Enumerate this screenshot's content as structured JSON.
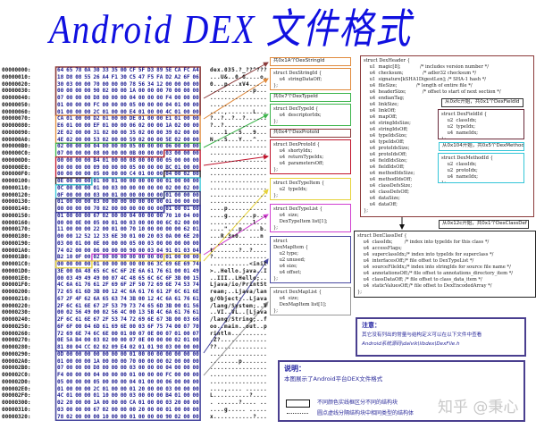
{
  "title": "Android DEX 文件格式",
  "colors": {
    "header": "#8b3a3a",
    "string_ids": "#e08a3c",
    "type_ids": "#3cb44b",
    "proto_ids": "#c0142c",
    "field_ids": "#222222",
    "method_ids": "#35c6d8",
    "class_defs": "#2a2a6a",
    "data": "#3a3a9a",
    "map": "#4a4aa0",
    "type_item": "#e6d23a",
    "type_list": "#d040d0",
    "hex_text": "#1a1a90"
  },
  "hex_rows": [
    {
      "addr": "00000000:",
      "bytes": "64 65 78 0A 30 33 35 00 CF 5F D3 89 5E CA FC A4",
      "ascii": "dex.035.?_??^???"
    },
    {
      "addr": "00000010:",
      "bytes": "18 D8 08 55 26 A4 F1 30 C5 47 F5 FA D2 A2 6F 06",
      "ascii": "...U&..0.G....o."
    },
    {
      "addr": "00000020:",
      "bytes": "30 03 00 00 70 00 00 00 78 56 34 12 00 00 00 00",
      "ascii": "0...p...xV4....."
    },
    {
      "addr": "00000030:",
      "bytes": "00 00 00 00 90 02 00 00 1A 00 00 00 70 00 00 00",
      "ascii": "............p..."
    },
    {
      "addr": "00000040:",
      "bytes": "07 00 00 00 D8 00 00 00 04 00 00 00 F4 00 00 00",
      "ascii": "................"
    },
    {
      "addr": "00000050:",
      "bytes": "01 00 00 00 FC 00 00 00 05 00 00 00 04 01 00 00",
      "ascii": "................"
    },
    {
      "addr": "00000060:",
      "bytes": "01 00 00 00 2C 01 00 00 E4 01 00 00 4C 01 00 00",
      "ascii": "....,.......L..."
    },
    {
      "addr": "00000070:",
      "bytes": "CA 01 00 00 D2 01 00 00 DE 01 00 00 E1 01 00 00",
      "ascii": "?..?..?..?......"
    },
    {
      "addr": "00000080:",
      "bytes": "E6 01 00 00 EF 01 00 00 06 02 00 00 1A 02 00 00",
      "ascii": "?..?............"
    },
    {
      "addr": "00000090:",
      "bytes": "2E 02 00 00 31 02 00 00 35 02 00 00 39 02 00 00",
      "ascii": "....1...5...9..."
    },
    {
      "addr": "000000A0:",
      "bytes": "4E 02 00 00 53 02 00 00 59 02 00 00 5E 02 00 00",
      "ascii": "N...S...Y...^..."
    },
    {
      "addr": "000000B0:",
      "bytes": "02 00 00 00 04 00 00 00 05 00 00 00 06 00 00 00",
      "ascii": "................"
    },
    {
      "addr": "000000C0:",
      "bytes": "07 00 00 00 08 00 00 00 0B 00 00 00 03 00 00 00",
      "ascii": "................"
    },
    {
      "addr": "000000D0:",
      "bytes": "00 00 00 00 B4 01 00 00 08 00 00 00 05 00 00 00",
      "ascii": "................"
    },
    {
      "addr": "000000E0:",
      "bytes": "00 00 00 00 09 00 00 00 05 00 00 00 BC 01 00 00",
      "ascii": "................"
    },
    {
      "addr": "000000F0:",
      "bytes": "00 00 00 00 05 00 00 00 C4 01 00 00 04 00 02 00",
      "ascii": "................"
    },
    {
      "addr": "00000100:",
      "bytes": "0E 00 00 00 01 00 01 00 00 00 00 00 01 00 00 00",
      "ascii": "................"
    },
    {
      "addr": "00000110:",
      "bytes": "0C 00 00 00 01 00 03 00 00 00 00 00 02 00 02 00",
      "ascii": "................"
    },
    {
      "addr": "00000120:",
      "bytes": "0F 00 00 00 03 00 01 00 00 00 00 00 01 00 00 00",
      "ascii": "................"
    },
    {
      "addr": "00000130:",
      "bytes": "01 00 00 00 03 00 00 00 00 00 00 00 01 00 00 00",
      "ascii": "................"
    },
    {
      "addr": "00000140:",
      "bytes": "00 00 00 00 70 02 00 00 00 00 00 00 01 00 01 00",
      "ascii": "....p..........."
    },
    {
      "addr": "00000150:",
      "bytes": "01 00 00 00 67 02 00 00 04 00 00 00 70 10 04 00",
      "ascii": "....g.......p..."
    },
    {
      "addr": "00000160:",
      "bytes": "00 00 0E 00 05 00 01 00 03 00 00 00 6C 02 00 00",
      "ascii": "............l..."
    },
    {
      "addr": "00000170:",
      "bytes": "11 00 00 00 22 00 01 00 70 10 00 00 00 00 62 01",
      "ascii": "....\"...p.....b."
    },
    {
      "addr": "00000180:",
      "bytes": "00 00 12 52 12 33 6E 30 01 00 20 03 0A 00 6E 20",
      "ascii": "...R.3n0.. ...n "
    },
    {
      "addr": "00000190:",
      "bytes": "03 00 01 00 0E 00 00 00 05 00 03 00 00 00 00 00",
      "ascii": "................"
    },
    {
      "addr": "000001A0:",
      "bytes": "74 02 00 00 06 00 00 00 90 00 03 04 91 01 03 04",
      "ascii": "t.......?..?...."
    },
    {
      "addr": "000001B0:",
      "bytes": "B2 10 0F 00 02 00 00 00 00 00 00 00 01 00 00 00",
      "ascii": "?..............."
    },
    {
      "addr": "000001C0:",
      "bytes": "00 00 00 00 01 00 00 00 00 00 06 3C 69 6E 69 74",
      "ascii": "...........<init"
    },
    {
      "addr": "000001D0:",
      "bytes": "3E 00 0A 48 65 6C 6C 6F 2E 6A 61 76 61 00 01 49",
      "ascii": ">..Hello.java..I"
    },
    {
      "addr": "000001E0:",
      "bytes": "00 03 49 49 49 00 07 4C 48 65 6C 6C 6F 3B 00 15",
      "ascii": "..III..LHello;.."
    },
    {
      "addr": "000001F0:",
      "bytes": "4C 6A 61 76 61 2F 69 6F 2F 50 72 69 6E 74 53 74",
      "ascii": "Ljava/io/PrintSt"
    },
    {
      "addr": "00000200:",
      "bytes": "72 65 61 6D 3B 00 12 4C 6A 61 76 61 2F 6C 61 6E",
      "ascii": "ream;..Ljava/lan"
    },
    {
      "addr": "00000210:",
      "bytes": "67 2F 4F 62 6A 65 63 74 3B 00 12 4C 6A 61 76 61",
      "ascii": "g/Object;..Ljava"
    },
    {
      "addr": "00000220:",
      "bytes": "2F 6C 61 6E 67 2F 53 79 73 74 65 6D 3B 00 01 56",
      "ascii": "/lang/System;..V"
    },
    {
      "addr": "00000230:",
      "bytes": "00 02 56 49 00 02 56 4C 00 13 5B 4C 6A 61 76 61",
      "ascii": "..VI..VL..[Ljava"
    },
    {
      "addr": "00000240:",
      "bytes": "2F 6C 61 6E 67 2F 53 74 72 69 6E 67 3B 00 03 66",
      "ascii": "/lang/String;..f"
    },
    {
      "addr": "00000250:",
      "bytes": "6F 6F 00 04 6D 61 69 6E 00 03 6F 75 74 00 07 70",
      "ascii": "oo..main..out..p"
    },
    {
      "addr": "00000260:",
      "bytes": "72 69 6E 74 6C 6E 00 01 00 07 0E 00 07 01 00 07",
      "ascii": "rintln.........."
    },
    {
      "addr": "00000270:",
      "bytes": "0E 5A B4 00 03 02 00 00 07 0E 00 00 00 02 01 00",
      "ascii": ".Z?............."
    },
    {
      "addr": "00000280:",
      "bytes": "81 80 04 CC 02 02 09 E4 02 01 01 98 03 00 00 00",
      "ascii": "??.............."
    },
    {
      "addr": "00000290:",
      "bytes": "0D 00 00 00 00 00 00 00 01 00 00 00 00 00 00 00",
      "ascii": "................"
    },
    {
      "addr": "000002A0:",
      "bytes": "01 00 00 00 1A 00 00 00 70 00 00 00 02 00 00 00",
      "ascii": "........p......."
    },
    {
      "addr": "000002B0:",
      "bytes": "07 00 00 00 D8 00 00 00 03 00 00 00 04 00 00 00",
      "ascii": "................"
    },
    {
      "addr": "000002C0:",
      "bytes": "F4 00 00 00 04 00 00 00 01 00 00 00 FC 00 00 00",
      "ascii": "................"
    },
    {
      "addr": "000002D0:",
      "bytes": "05 00 00 00 05 00 00 00 04 01 00 00 06 00 00 00",
      "ascii": "................"
    },
    {
      "addr": "000002E0:",
      "bytes": "01 00 00 00 2C 01 00 00 01 20 00 00 03 00 00 00",
      "ascii": "....,.... ......"
    },
    {
      "addr": "000002F0:",
      "bytes": "4C 01 00 00 01 10 00 00 03 00 00 00 B4 01 00 00",
      "ascii": "L..........?...."
    },
    {
      "addr": "00000300:",
      "bytes": "02 20 00 00 1A 00 00 00 CA 01 00 00 03 20 00 00",
      "ascii": ". ......?.... .."
    },
    {
      "addr": "00000310:",
      "bytes": "03 00 00 00 67 02 00 00 00 20 00 00 01 00 00 00",
      "ascii": "....g..... ....."
    },
    {
      "addr": "00000320:",
      "bytes": "78 02 00 00 00 10 00 00 01 00 00 00 90 02 00 00",
      "ascii": "x...........?..."
    }
  ],
  "structs": {
    "dex_header": "struct DexHeader {\n    u1  magic[8];             /* includes version number */\n    u4  checksum;             /* adler32 checksum */\n    u1  signature[kSHA1DigestLen]; /* SHA-1 hash */\n    u4  fileSize;             /* length of entire file */\n    u4  headerSize;           /* offset to start of next section */\n    u4  endianTag;\n    u4  linkSize;\n    u4  linkOff;\n    u4  mapOff;\n    u4  stringIdsSize;\n    u4  stringIdsOff;\n    u4  typeIdsSize;\n    u4  typeIdsOff;\n    u4  protoIdsSize;\n    u4  protoIdsOff;\n    u4  fieldIdsSize;\n    u4  fieldIdsOff;\n    u4  methodIdsSize;\n    u4  methodIdsOff;\n    u4  classDefsSize;\n    u4  classDefsOff;\n    u4  dataSize;\n    u4  dataOff;\n};",
    "field_id_label": "从0xfc开始，共0x1个DexFieldId",
    "field_id": "struct DexFieldId {\n    u2  classIdx;\n    u2  typeIdx;\n    u4  nameIdx;\n};",
    "method_id_label": "从0x104开始，共0x5个DexMethodId",
    "method_id": "struct DexMethodId {\n    u2  classIdx;\n    u2  protoIdx;\n    u4  nameIdx;\n};",
    "class_def_label": "从0x12c开始，共0x1个DexClassDef",
    "class_def": "struct DexClassDef {\n    u4  classIdx;        /* index into typeIds for this class */\n    u4  accessFlags;\n    u4  superclassIdx;/* index into typeIds for superclass */\n    u4  interfacesOff;/* file offset to DexTypeList */\n    u4  sourceFileIdx;/* index into stringIds for source file name */\n    u4  annotationsOff;/* file offset to annotations_directory_item */\n    u4  classDataOff; /* file offset to class_data_item */\n    u4  staticValuesOff;/* file offset to DexEncodedArray */\n};",
    "string_id_label": "共0x1A个DexStringId",
    "string_id": "struct DexStringId {\n    u4  stringDataOff;\n};",
    "type_id_label": "共0x7个DexTypeId",
    "type_id": "struct DexTypeId {\n    u4  descriptorIdx;\n};",
    "proto_id_label": "共0x4个DexProtoId",
    "proto_id": "struct DexProtoId {\n    u4  shortyIdx;\n    u4  returnTypeIdx;\n    u4  parametersOff;\n};",
    "type_item": "struct DexTypeItem {\n    u2  typeIdx;\n};",
    "type_list": "struct DexTypeList {\n    u4  size;\n    DexTypeItem list[1];\n};",
    "map_item": "struct\nDexMapItem {\n    u2 type;\n    u2 unused;\n    u4 size;\n    u4 offset;\n};",
    "map_list": "struct DexMapList {\n    u4  size;\n    DexMapItem list[1];\n};"
  },
  "note": {
    "heading": "注意：",
    "line1": "其它没有列出的常量与结构定义可以在以下文件中查看",
    "path": "Android系统源码\\dalvik\\libdex\\DexFile.h"
  },
  "explanation": {
    "heading": "说明：",
    "line1": "本图展示了Android平台DEX文件格式",
    "legend_solid": "不同颜色实线框区分不同的结构块",
    "legend_dotted": "圆点虚线分隔结构块中相同类型的结构体"
  },
  "watermark": "知乎 @秉心"
}
